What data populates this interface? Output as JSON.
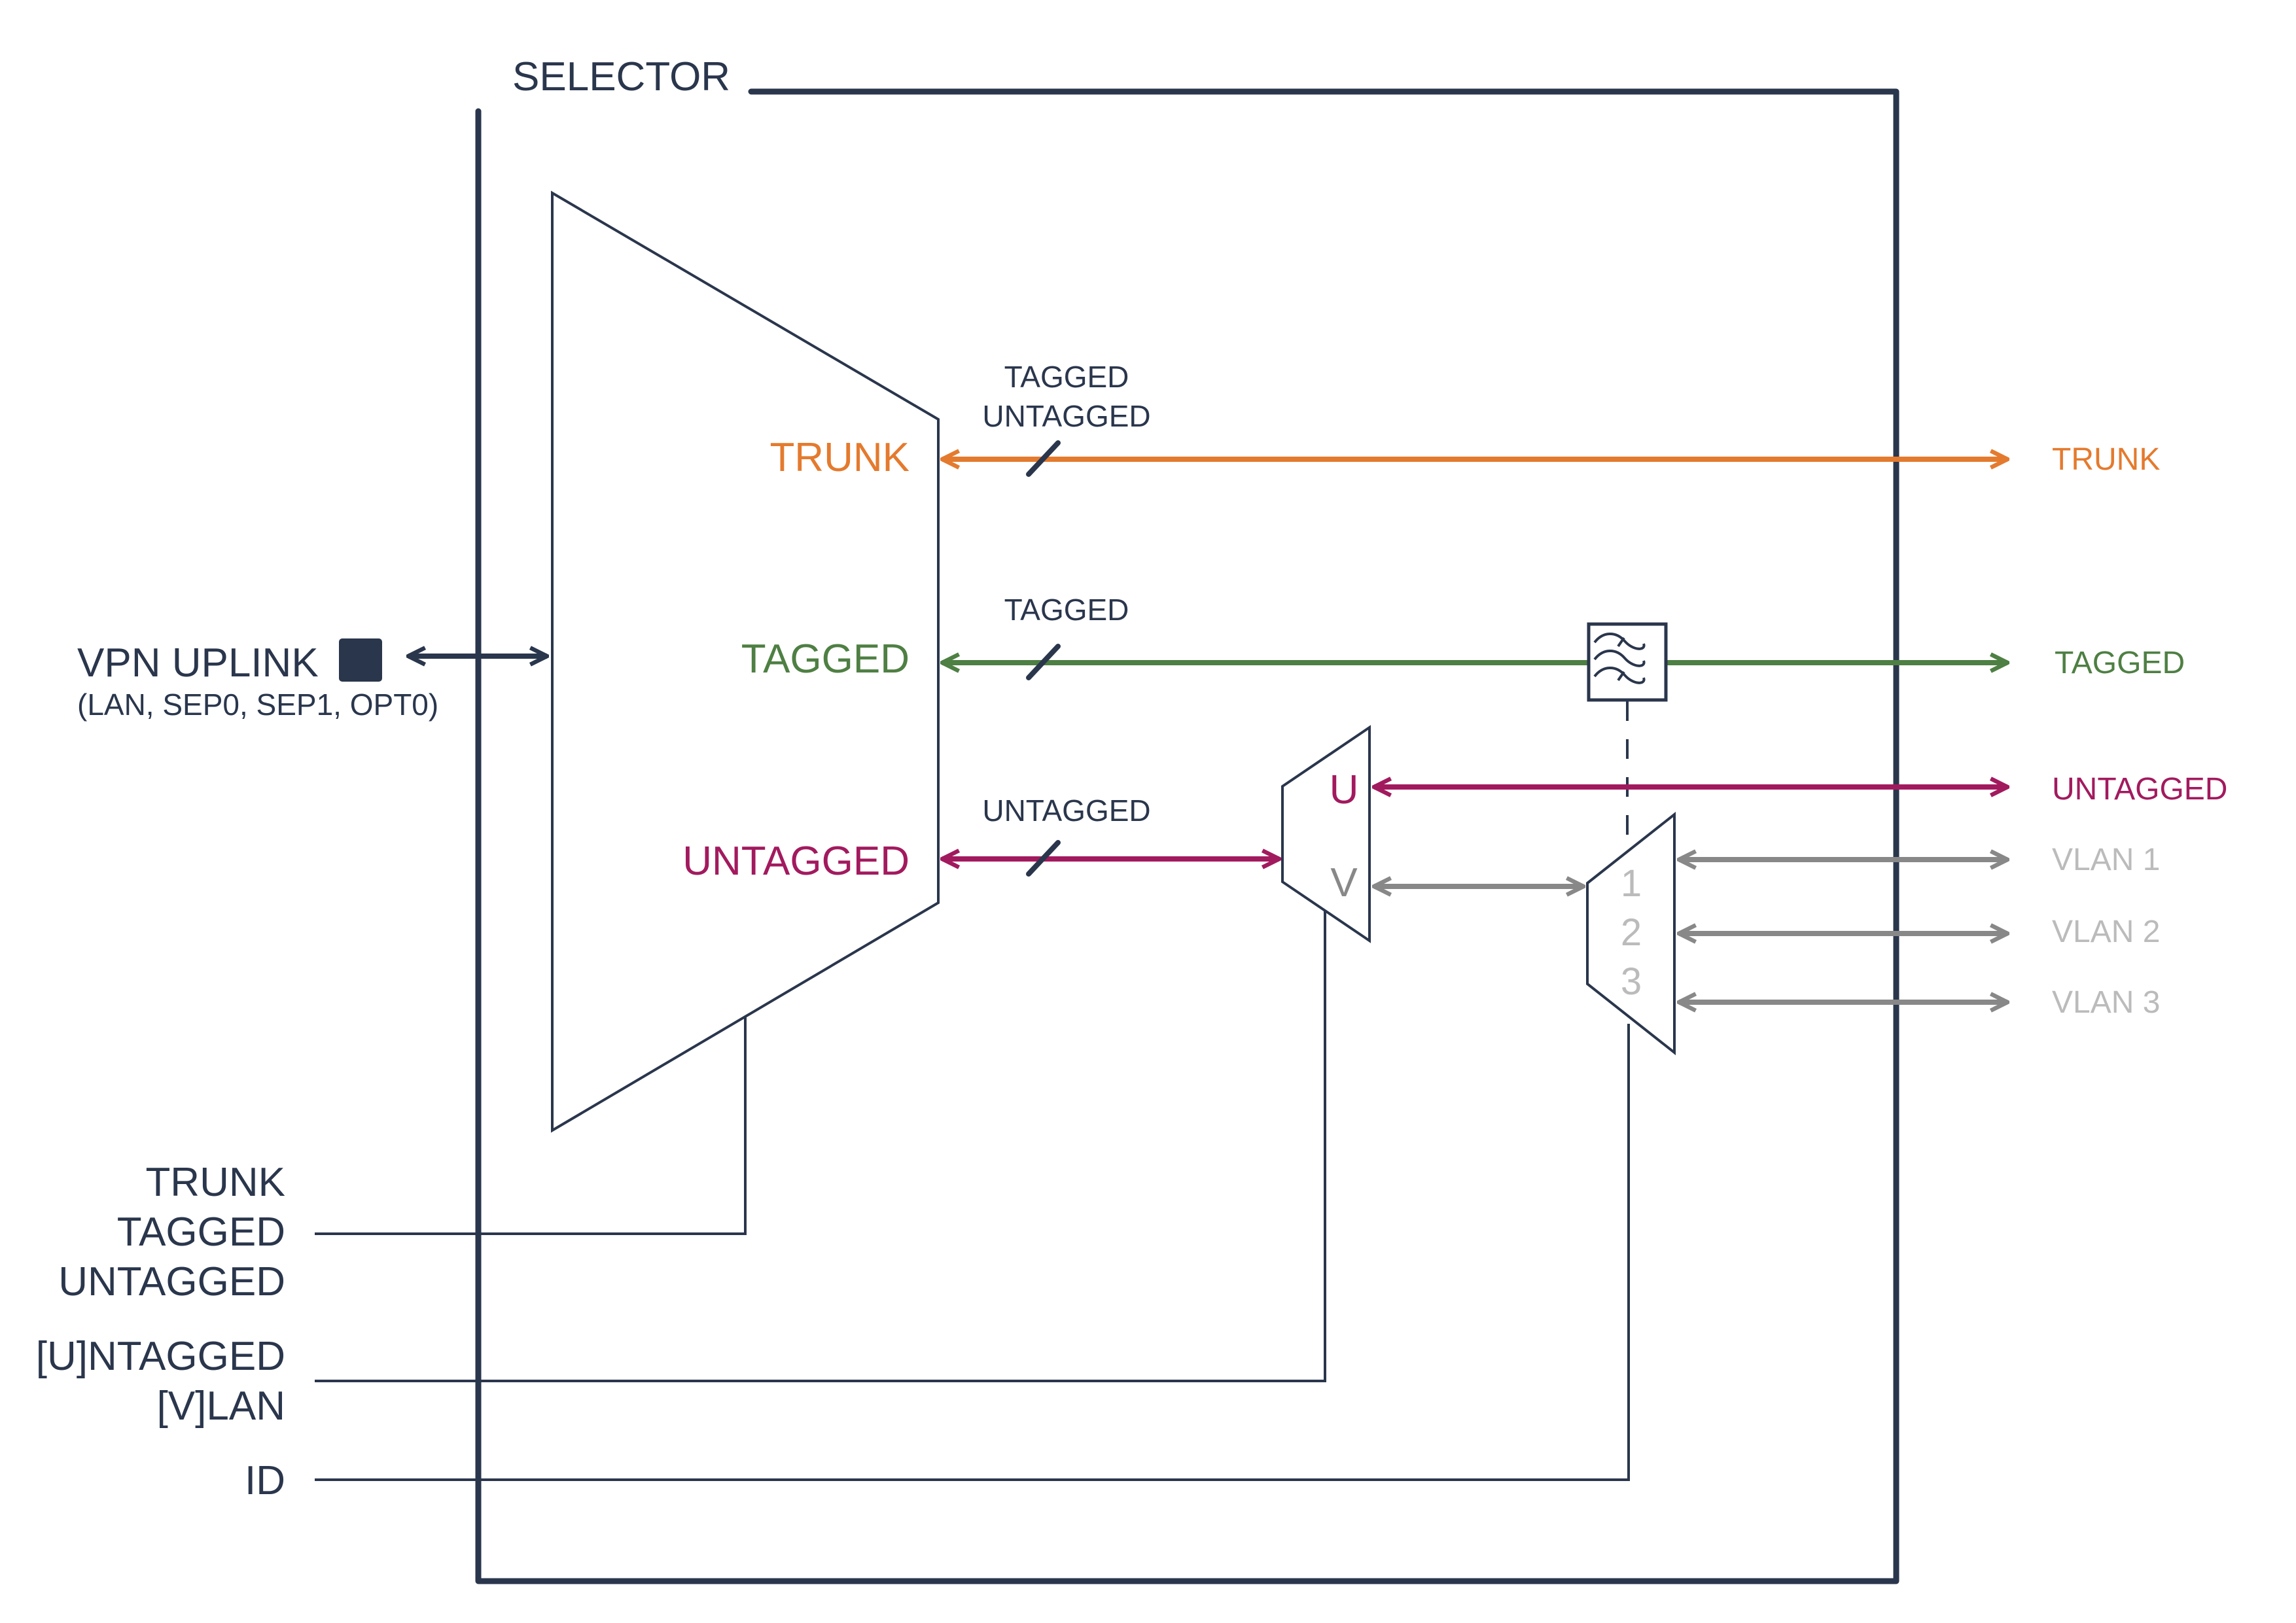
{
  "title": "SELECTOR",
  "colors": {
    "navy": "#2a364c",
    "trunk": "#e47a2e",
    "tagged": "#4e7f43",
    "untagged": "#a21a5e",
    "vlan_line": "#888888",
    "vlan_text": "#bbbbbb"
  },
  "uplink": {
    "label": "VPN UPLINK",
    "sublabel": "(LAN, SEP0, SEP1, OPT0)",
    "port_icon": "square-port-icon"
  },
  "main_mux": {
    "outputs": [
      {
        "label": "TRUNK",
        "bus_label": [
          "TAGGED",
          "UNTAGGED"
        ]
      },
      {
        "label": "TAGGED",
        "bus_label": [
          "TAGGED"
        ]
      },
      {
        "label": "UNTAGGED",
        "bus_label": [
          "UNTAGGED"
        ]
      }
    ]
  },
  "uv_mux": {
    "inputs": [
      "U",
      "V"
    ]
  },
  "vlan_mux": {
    "inputs": [
      "1",
      "2",
      "3"
    ]
  },
  "filter": {
    "icon": "filter-waves-icon"
  },
  "outputs": [
    {
      "label": "TRUNK"
    },
    {
      "label": "TAGGED"
    },
    {
      "label": "UNTAGGED"
    },
    {
      "label": "VLAN 1"
    },
    {
      "label": "VLAN 2"
    },
    {
      "label": "VLAN 3"
    }
  ],
  "controls": {
    "mode": [
      "TRUNK",
      "TAGGED",
      "UNTAGGED"
    ],
    "uv": [
      "[U]NTAGGED",
      "[V]LAN"
    ],
    "id": "ID"
  }
}
